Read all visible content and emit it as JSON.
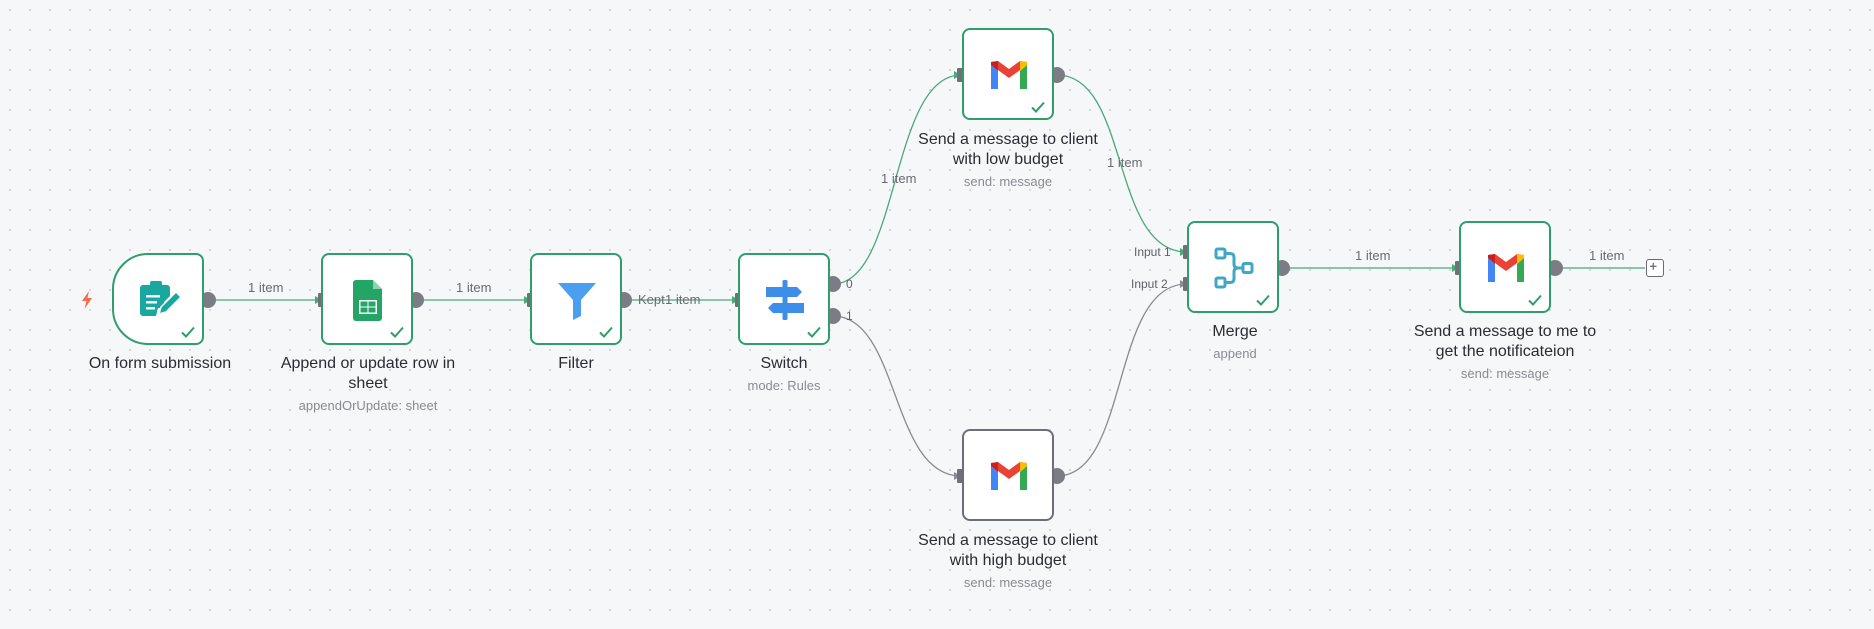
{
  "nodes": {
    "form": {
      "title": "On form submission",
      "subtitle": ""
    },
    "sheets": {
      "title": "Append or update row in\nsheet",
      "subtitle": "appendOrUpdate: sheet"
    },
    "filter": {
      "title": "Filter",
      "subtitle": ""
    },
    "switch": {
      "title": "Switch",
      "subtitle": "mode: Rules"
    },
    "gmail_low": {
      "title": "Send a message to client\nwith low budget",
      "subtitle": "send: message"
    },
    "gmail_high": {
      "title": "Send a message to client\nwith high budget",
      "subtitle": "send: message"
    },
    "merge": {
      "title": "Merge",
      "subtitle": "append"
    },
    "gmail_me": {
      "title": "Send a message to me to\nget the notificateion",
      "subtitle": "send: message"
    }
  },
  "edges": {
    "form_to_sheets": "1 item",
    "sheets_to_filter": "1 item",
    "filter_to_switch_kept": "Kept",
    "filter_to_switch_count": "1 item",
    "switch_to_low": "1 item",
    "low_to_merge": "1 item",
    "merge_to_me": "1 item",
    "me_out": "1 item"
  },
  "ports": {
    "switch_out0": "0",
    "switch_out1": "1",
    "merge_in1": "Input 1",
    "merge_in2": "Input 2"
  },
  "icons": {
    "trigger": "lightning-bolt-icon",
    "form": "form-edit-icon",
    "sheets": "google-sheets-icon",
    "filter": "funnel-icon",
    "switch": "signpost-icon",
    "gmail": "gmail-icon",
    "merge": "merge-icon",
    "success": "checkmark-icon",
    "add": "plus-icon"
  },
  "colors": {
    "success": "#2f9d6c",
    "edge_success": "#4aa87c",
    "edge_idle": "#8a8a92",
    "trigger": "#f26b4f",
    "form_icon": "#18a8a0",
    "sheets_icon": "#23a566",
    "filter_icon": "#4a9ff0",
    "switch_icon": "#3d8ee8",
    "merge_icon": "#40a8c4",
    "node_border_idle": "#6e6e78"
  }
}
